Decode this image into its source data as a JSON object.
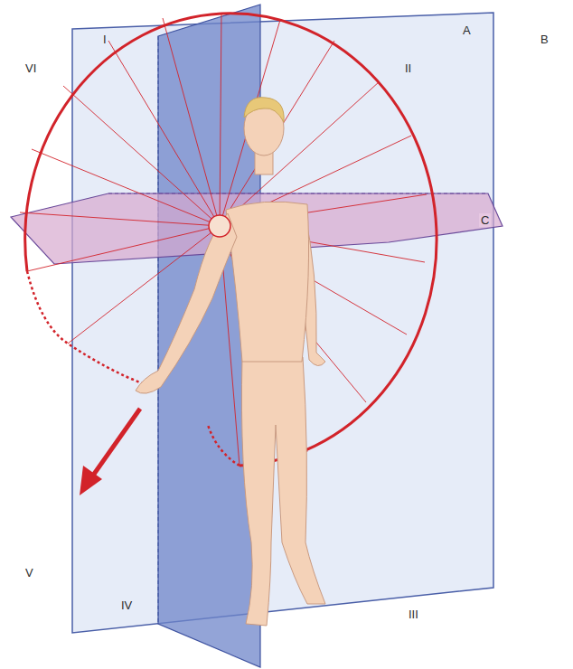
{
  "diagram": {
    "labels": [
      "A",
      "B",
      "VI",
      "I",
      "II",
      "C",
      "V",
      "IV",
      "III"
    ]
  }
}
